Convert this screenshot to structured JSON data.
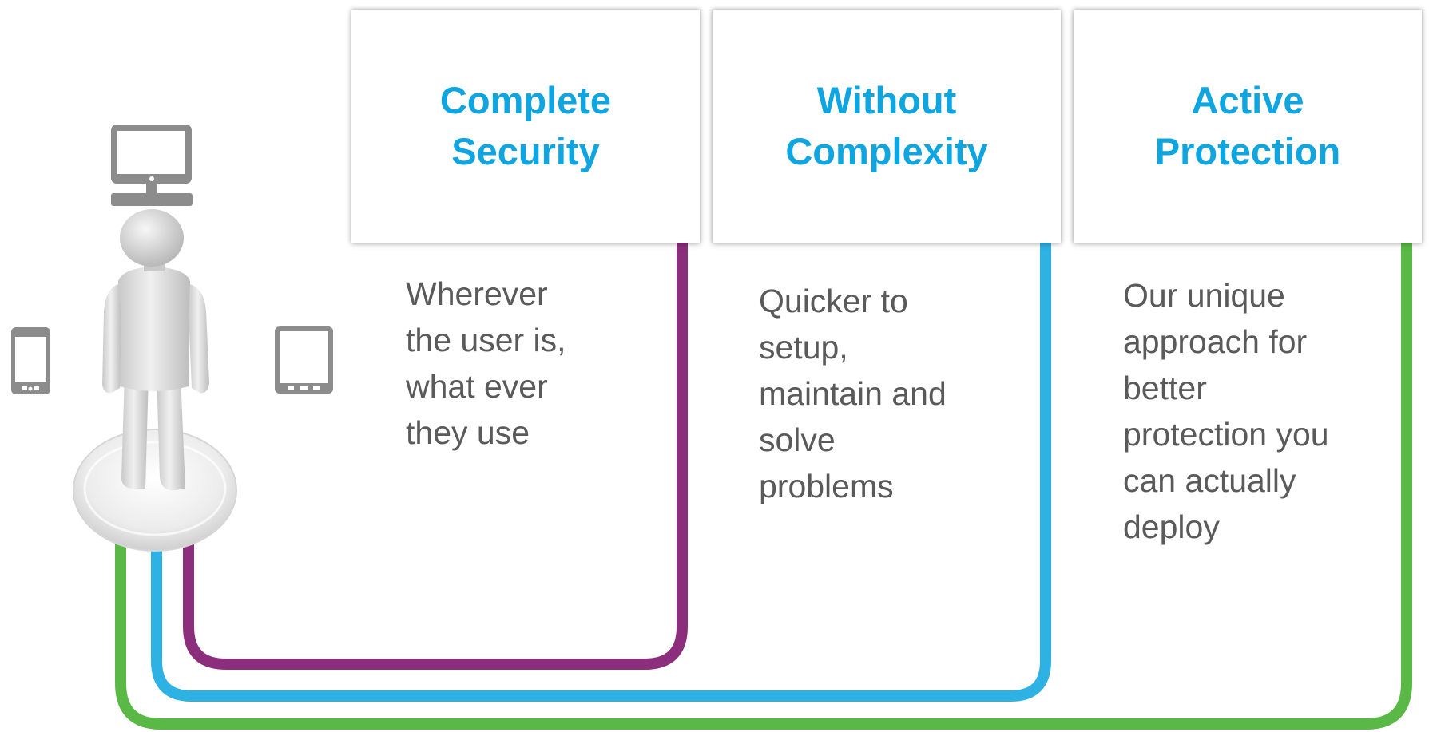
{
  "colors": {
    "accent": "#0ea5e0",
    "purple": "#8b2f7d",
    "blue": "#2eb1e3",
    "green": "#5ab946",
    "body_text": "#5a5a5a",
    "device_gray": "#8c8c8c"
  },
  "icons": [
    "desktop-monitor-icon",
    "smartphone-icon",
    "tablet-icon",
    "user-figure"
  ],
  "pillars": [
    {
      "title": [
        "Complete",
        "Security"
      ],
      "description": [
        "Wherever",
        "the user is,",
        "what ever",
        "they use"
      ]
    },
    {
      "title": [
        "Without",
        "Complexity"
      ],
      "description": [
        "Quicker to",
        "setup,",
        "maintain and",
        "solve",
        "problems"
      ]
    },
    {
      "title": [
        "Active",
        "Protection"
      ],
      "description": [
        "Our unique",
        "approach for",
        "better",
        "protection you",
        "can actually",
        "deploy"
      ]
    }
  ]
}
